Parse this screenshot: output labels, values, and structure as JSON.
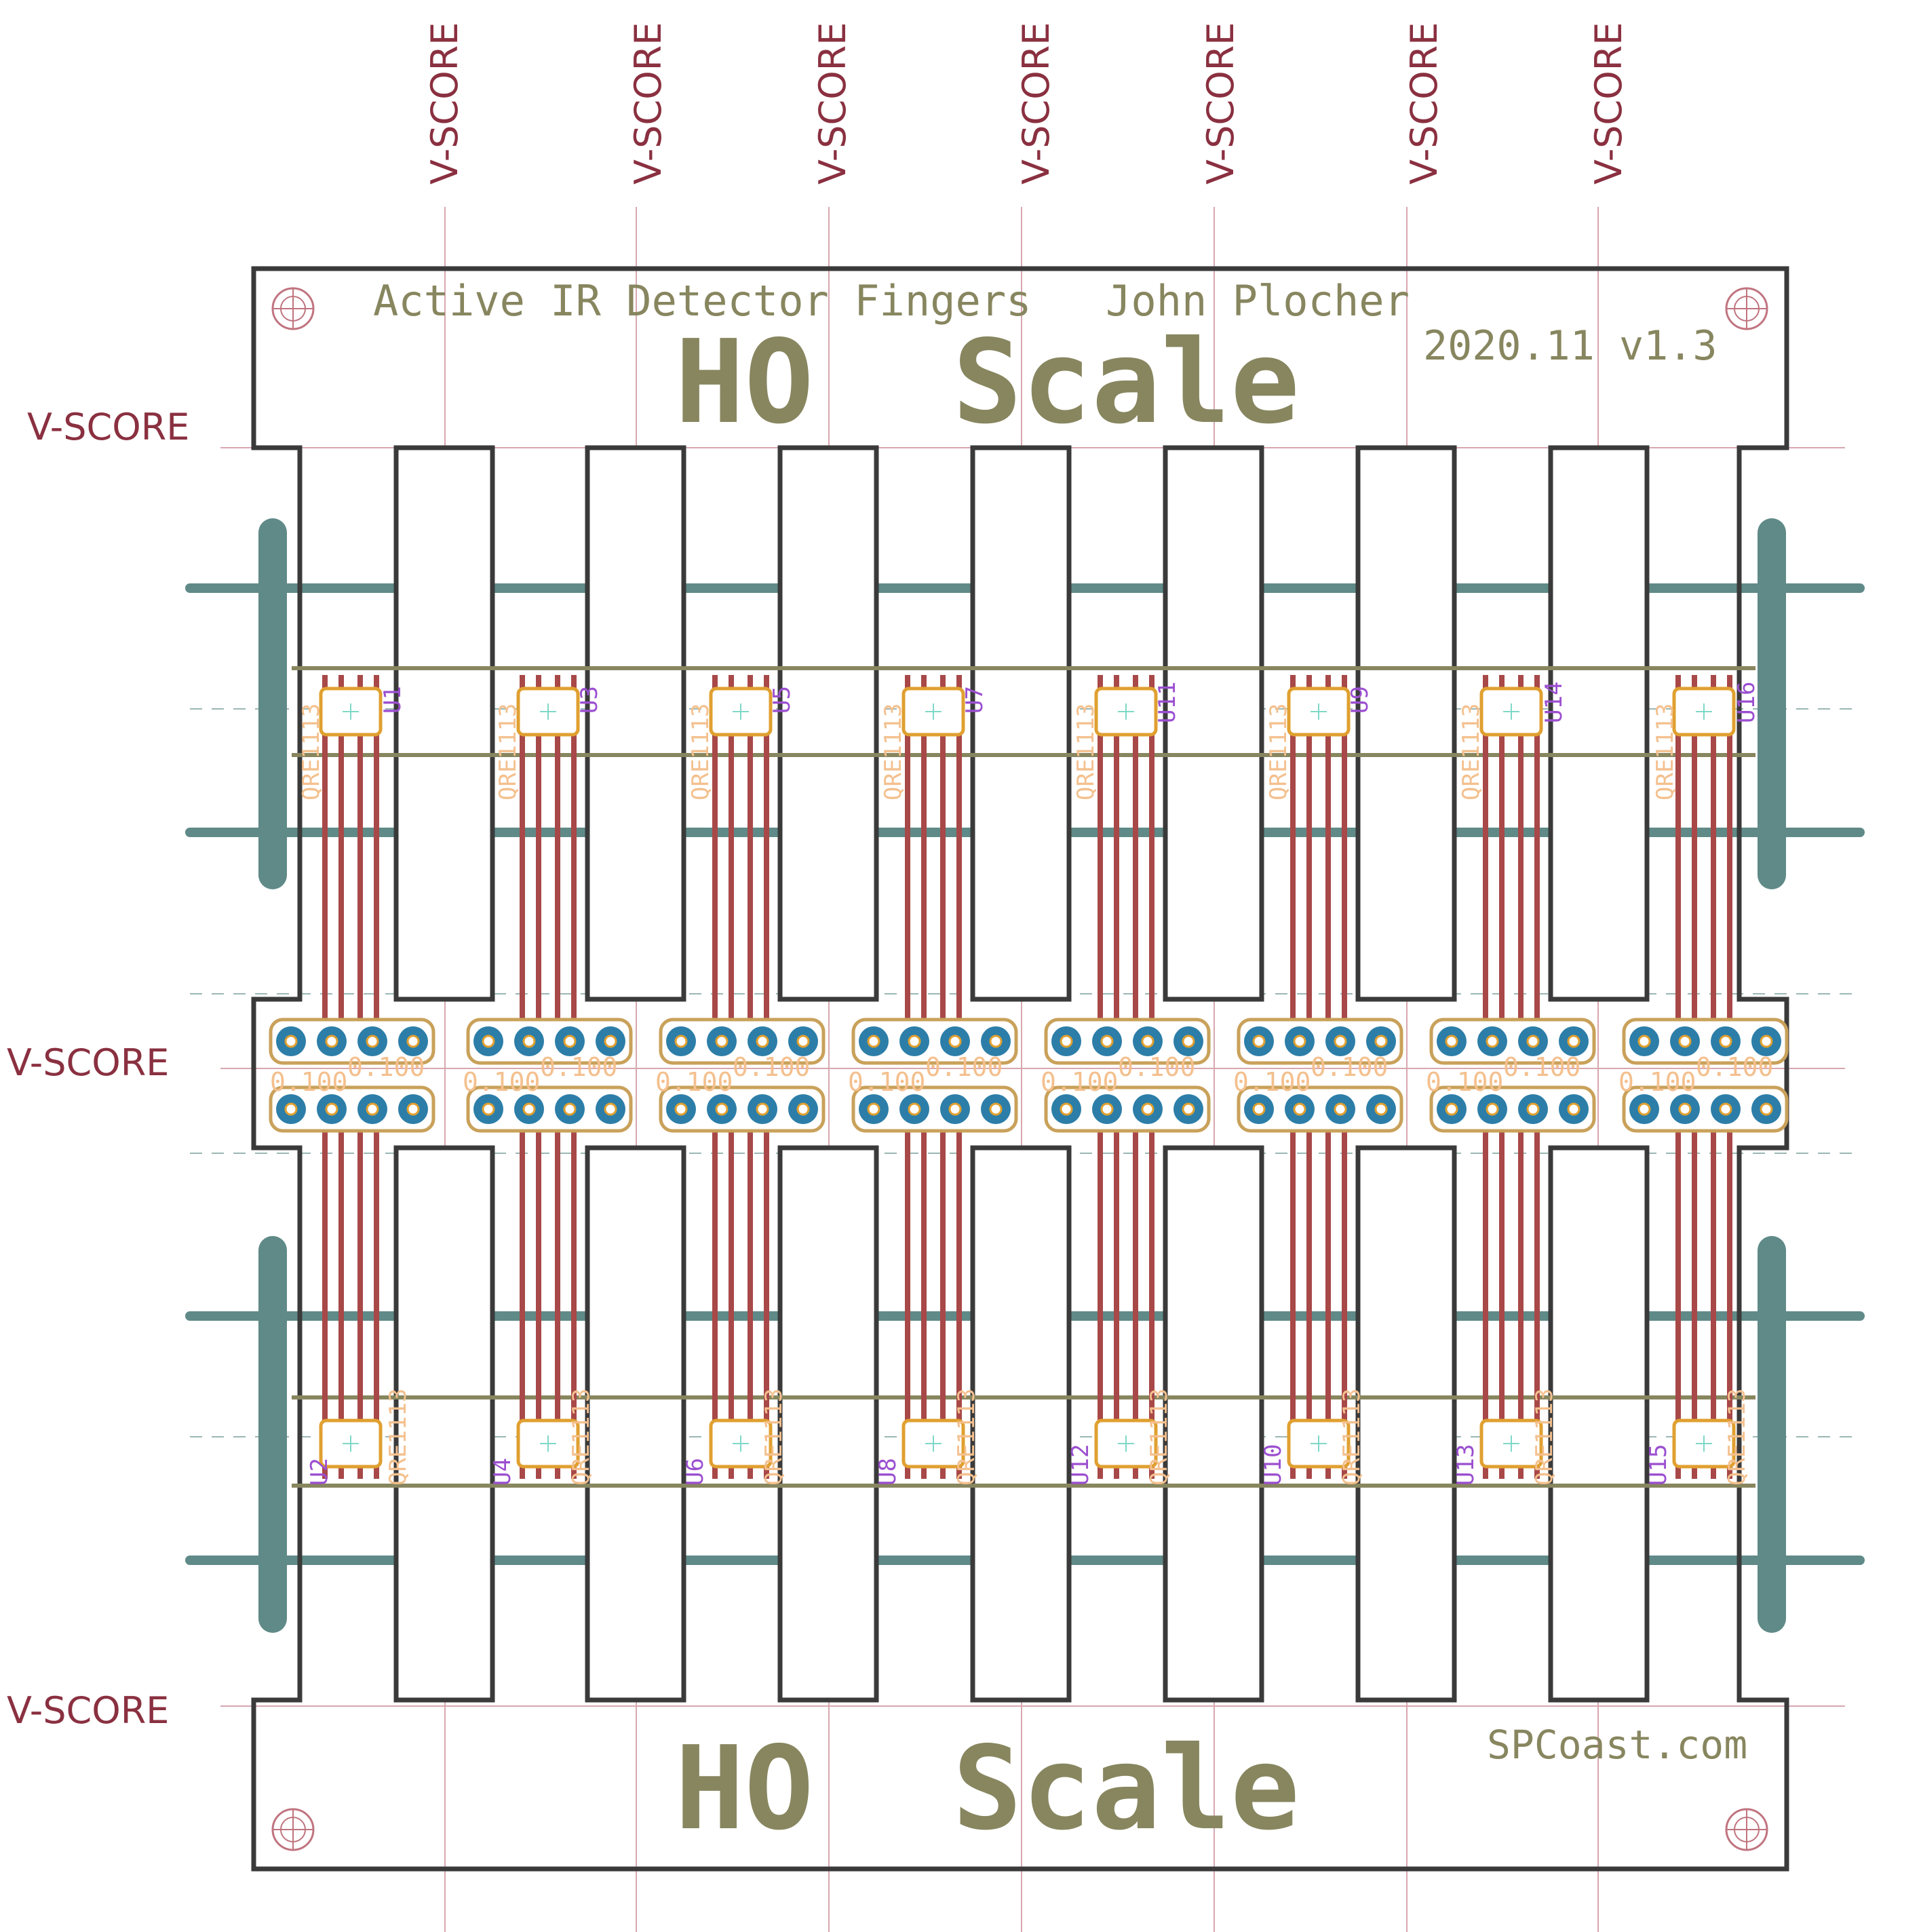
{
  "board": {
    "header_title": "Active IR Detector Fingers",
    "header_author": "John Plocher",
    "header_version": "2020.11  v1.3",
    "top_scale": "HO  Scale",
    "bottom_scale": "HO  Scale",
    "footer_site": "SPCoast.com"
  },
  "vscore": {
    "label": "V-SCORE",
    "vertical_count": 7,
    "horizontal_count": 3
  },
  "sensors_top": [
    {
      "ref": "U1",
      "value": "QRE1113"
    },
    {
      "ref": "U3",
      "value": "QRE1113"
    },
    {
      "ref": "U5",
      "value": "QRE1113"
    },
    {
      "ref": "U7",
      "value": "QRE1113"
    },
    {
      "ref": "U11",
      "value": "QRE1113"
    },
    {
      "ref": "U9",
      "value": "QRE1113"
    },
    {
      "ref": "U14",
      "value": "QRE1113"
    },
    {
      "ref": "U16",
      "value": "QRE1113"
    }
  ],
  "sensors_bottom": [
    {
      "ref": "U2",
      "value": "QRE1113"
    },
    {
      "ref": "U4",
      "value": "QRE1113"
    },
    {
      "ref": "U6",
      "value": "QRE1113"
    },
    {
      "ref": "U8",
      "value": "QRE1113"
    },
    {
      "ref": "U12",
      "value": "QRE1113"
    },
    {
      "ref": "U10",
      "value": "QRE1113"
    },
    {
      "ref": "U13",
      "value": "QRE1113"
    },
    {
      "ref": "U15",
      "value": "QRE1113"
    }
  ],
  "header_pitch_label": "0.100",
  "colors": {
    "outline": "#3a3a3a",
    "silkscreen": "#87865f",
    "copper_trace": "#a84848",
    "pad": "#2c7ea8",
    "pad_ring": "#c9a15a",
    "rail": "#5f8a88",
    "vscore": "#8a3040",
    "ref": "#9b4fd0",
    "value": "#f4c08e"
  }
}
